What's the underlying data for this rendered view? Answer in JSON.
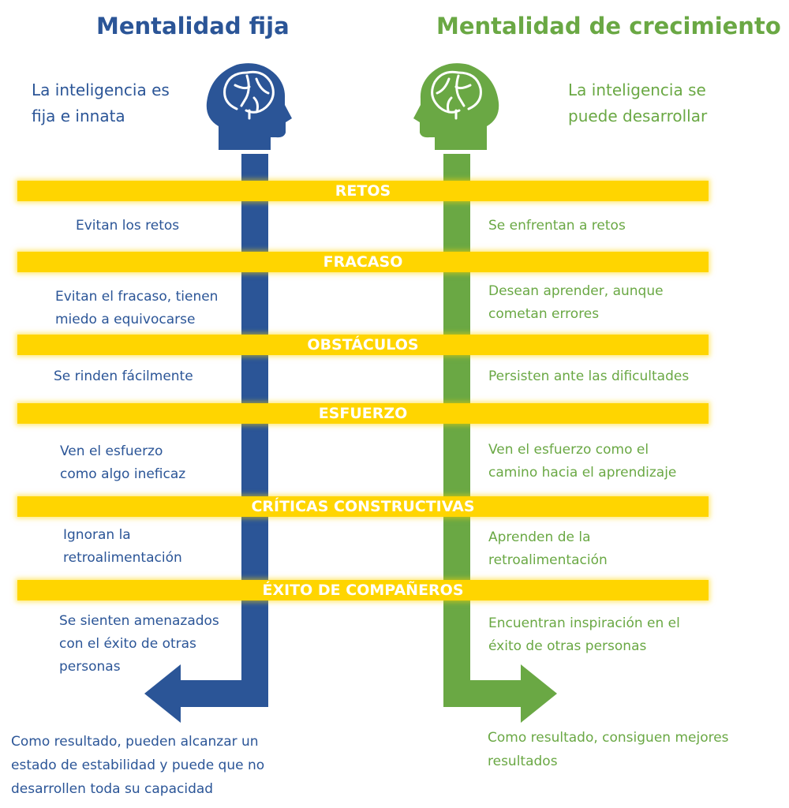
{
  "colors": {
    "fixed": "#2b5597",
    "growth": "#6aa844",
    "band": "#ffd500",
    "band_text": "#ffffff"
  },
  "fixed": {
    "title": "Mentalidad fija",
    "belief_line1": "La inteligencia es",
    "belief_line2": "fija e innata",
    "icon": "head-brain-icon",
    "result_line1": "Como resultado, pueden alcanzar un",
    "result_line2": "estado de estabilidad y puede que no",
    "result_line3": "desarrollen toda su capacidad"
  },
  "growth": {
    "title": "Mentalidad de crecimiento",
    "belief_line1": "La inteligencia se",
    "belief_line2": "puede desarrollar",
    "icon": "head-brain-icon",
    "result_line1": "Como resultado, consiguen mejores",
    "result_line2": "resultados"
  },
  "rows": [
    {
      "category": "RETOS",
      "fixed": [
        "Evitan los retos"
      ],
      "growth": [
        "Se enfrentan a retos"
      ]
    },
    {
      "category": "FRACASO",
      "fixed": [
        "Evitan el fracaso, tienen",
        "miedo a equivocarse"
      ],
      "growth": [
        "Desean aprender, aunque",
        "cometan errores"
      ]
    },
    {
      "category": "OBSTÁCULOS",
      "fixed": [
        "Se rinden fácilmente"
      ],
      "growth": [
        "Persisten ante las dificultades"
      ]
    },
    {
      "category": "ESFUERZO",
      "fixed": [
        "Ven el esfuerzo",
        "como algo ineficaz"
      ],
      "growth": [
        "Ven el esfuerzo como el",
        "camino hacia el aprendizaje"
      ]
    },
    {
      "category": "CRÍTICAS CONSTRUCTIVAS",
      "fixed": [
        "Ignoran la",
        "retroalimentación"
      ],
      "growth": [
        "Aprenden de la",
        "retroalimentación"
      ]
    },
    {
      "category": "ÉXITO DE COMPAÑEROS",
      "fixed": [
        "Se sienten amenazados",
        "con el éxito de otras",
        "personas"
      ],
      "growth": [
        "Encuentran inspiración en el",
        "éxito de otras personas"
      ]
    }
  ]
}
